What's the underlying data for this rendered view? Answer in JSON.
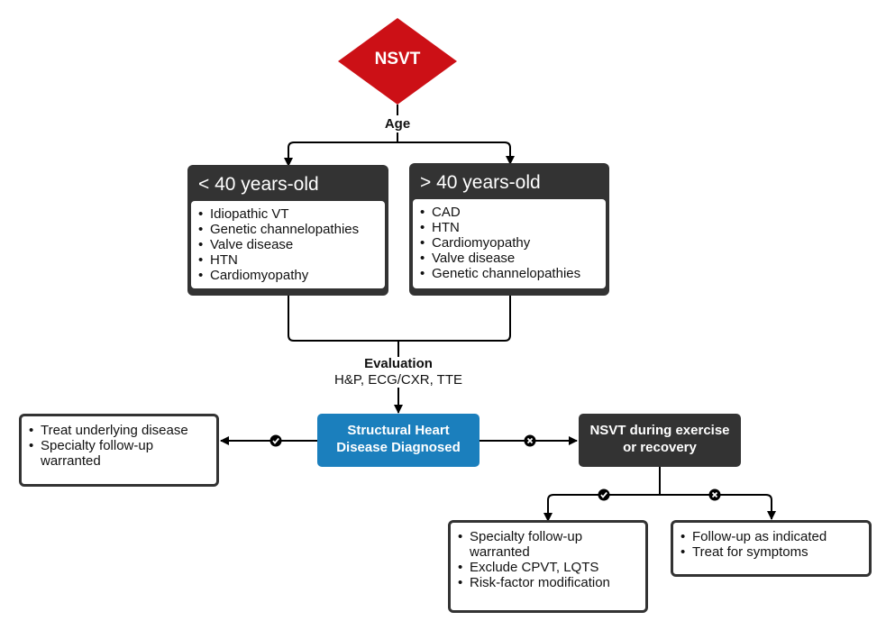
{
  "start": {
    "label": "NSVT"
  },
  "age_label": "Age",
  "young": {
    "title": "< 40 years-old",
    "items": [
      "Idiopathic VT",
      "Genetic channelopathies",
      "Valve disease",
      "HTN",
      "Cardiomyopathy"
    ]
  },
  "old": {
    "title": "> 40 years-old",
    "items": [
      "CAD",
      "HTN",
      "Cardiomyopathy",
      "Valve disease",
      "Genetic channelopathies"
    ]
  },
  "evaluation": {
    "title": "Evaluation",
    "detail": "H&P, ECG/CXR, TTE"
  },
  "structural": {
    "line1": "Structural Heart",
    "line2": "Disease Diagnosed"
  },
  "treat": {
    "items": [
      "Treat underlying disease",
      "Specialty follow-up warranted"
    ]
  },
  "exercise": {
    "line1": "NSVT during exercise",
    "line2": "or recovery"
  },
  "yes_outcome": {
    "items": [
      "Specialty follow-up warranted",
      "Exclude CPVT, LQTS",
      "Risk-factor modification"
    ]
  },
  "no_outcome": {
    "items": [
      "Follow-up as indicated",
      "Treat for symptoms"
    ]
  },
  "colors": {
    "diamond": "#cc1016",
    "dark": "#333333",
    "blue": "#1b7fbd"
  },
  "icons": {
    "yes": "check-circle-icon",
    "no": "x-circle-icon"
  }
}
